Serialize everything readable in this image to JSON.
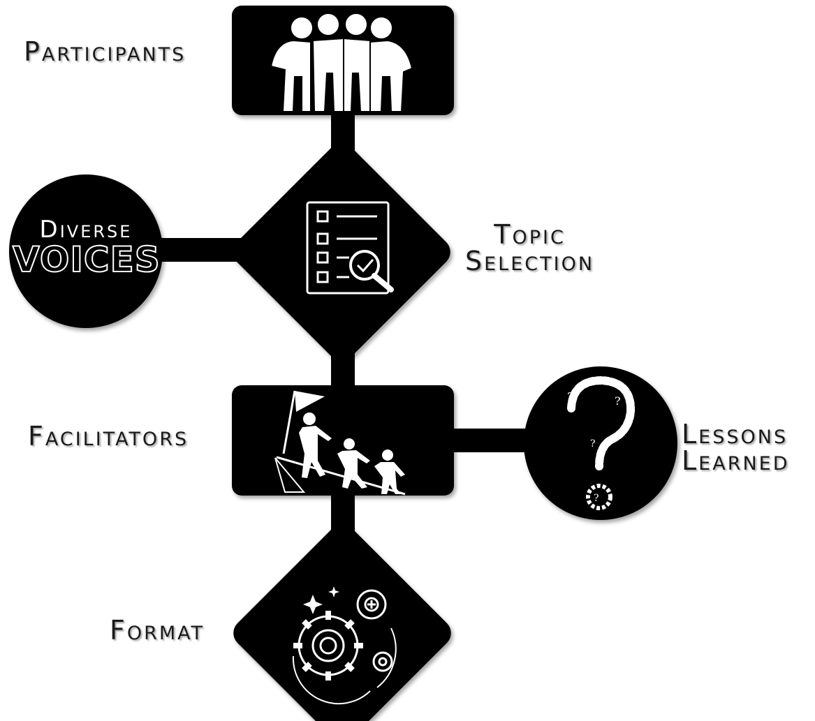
{
  "nodes": {
    "participants": {
      "label": "Participants",
      "shape": "rounded-rect",
      "icon": "people-group-icon"
    },
    "diverse_voices": {
      "line1": "Diverse",
      "line2": "VOICES",
      "shape": "circle"
    },
    "topic_selection": {
      "line1": "Topic",
      "line2": "Selection",
      "shape": "diamond",
      "icon": "checklist-search-icon"
    },
    "facilitators": {
      "label": "Facilitators",
      "shape": "rounded-rect",
      "icon": "climbers-flag-icon"
    },
    "lessons_learned": {
      "line1": "Lessons",
      "line2": "Learned",
      "shape": "circle",
      "icon": "question-marks-icon"
    },
    "format": {
      "label": "Format",
      "shape": "diamond",
      "icon": "gears-icon"
    }
  },
  "colors": {
    "shape_fill": "#000000",
    "icon": "#ffffff",
    "label": "#1a1a1a",
    "background": "#ffffff"
  }
}
